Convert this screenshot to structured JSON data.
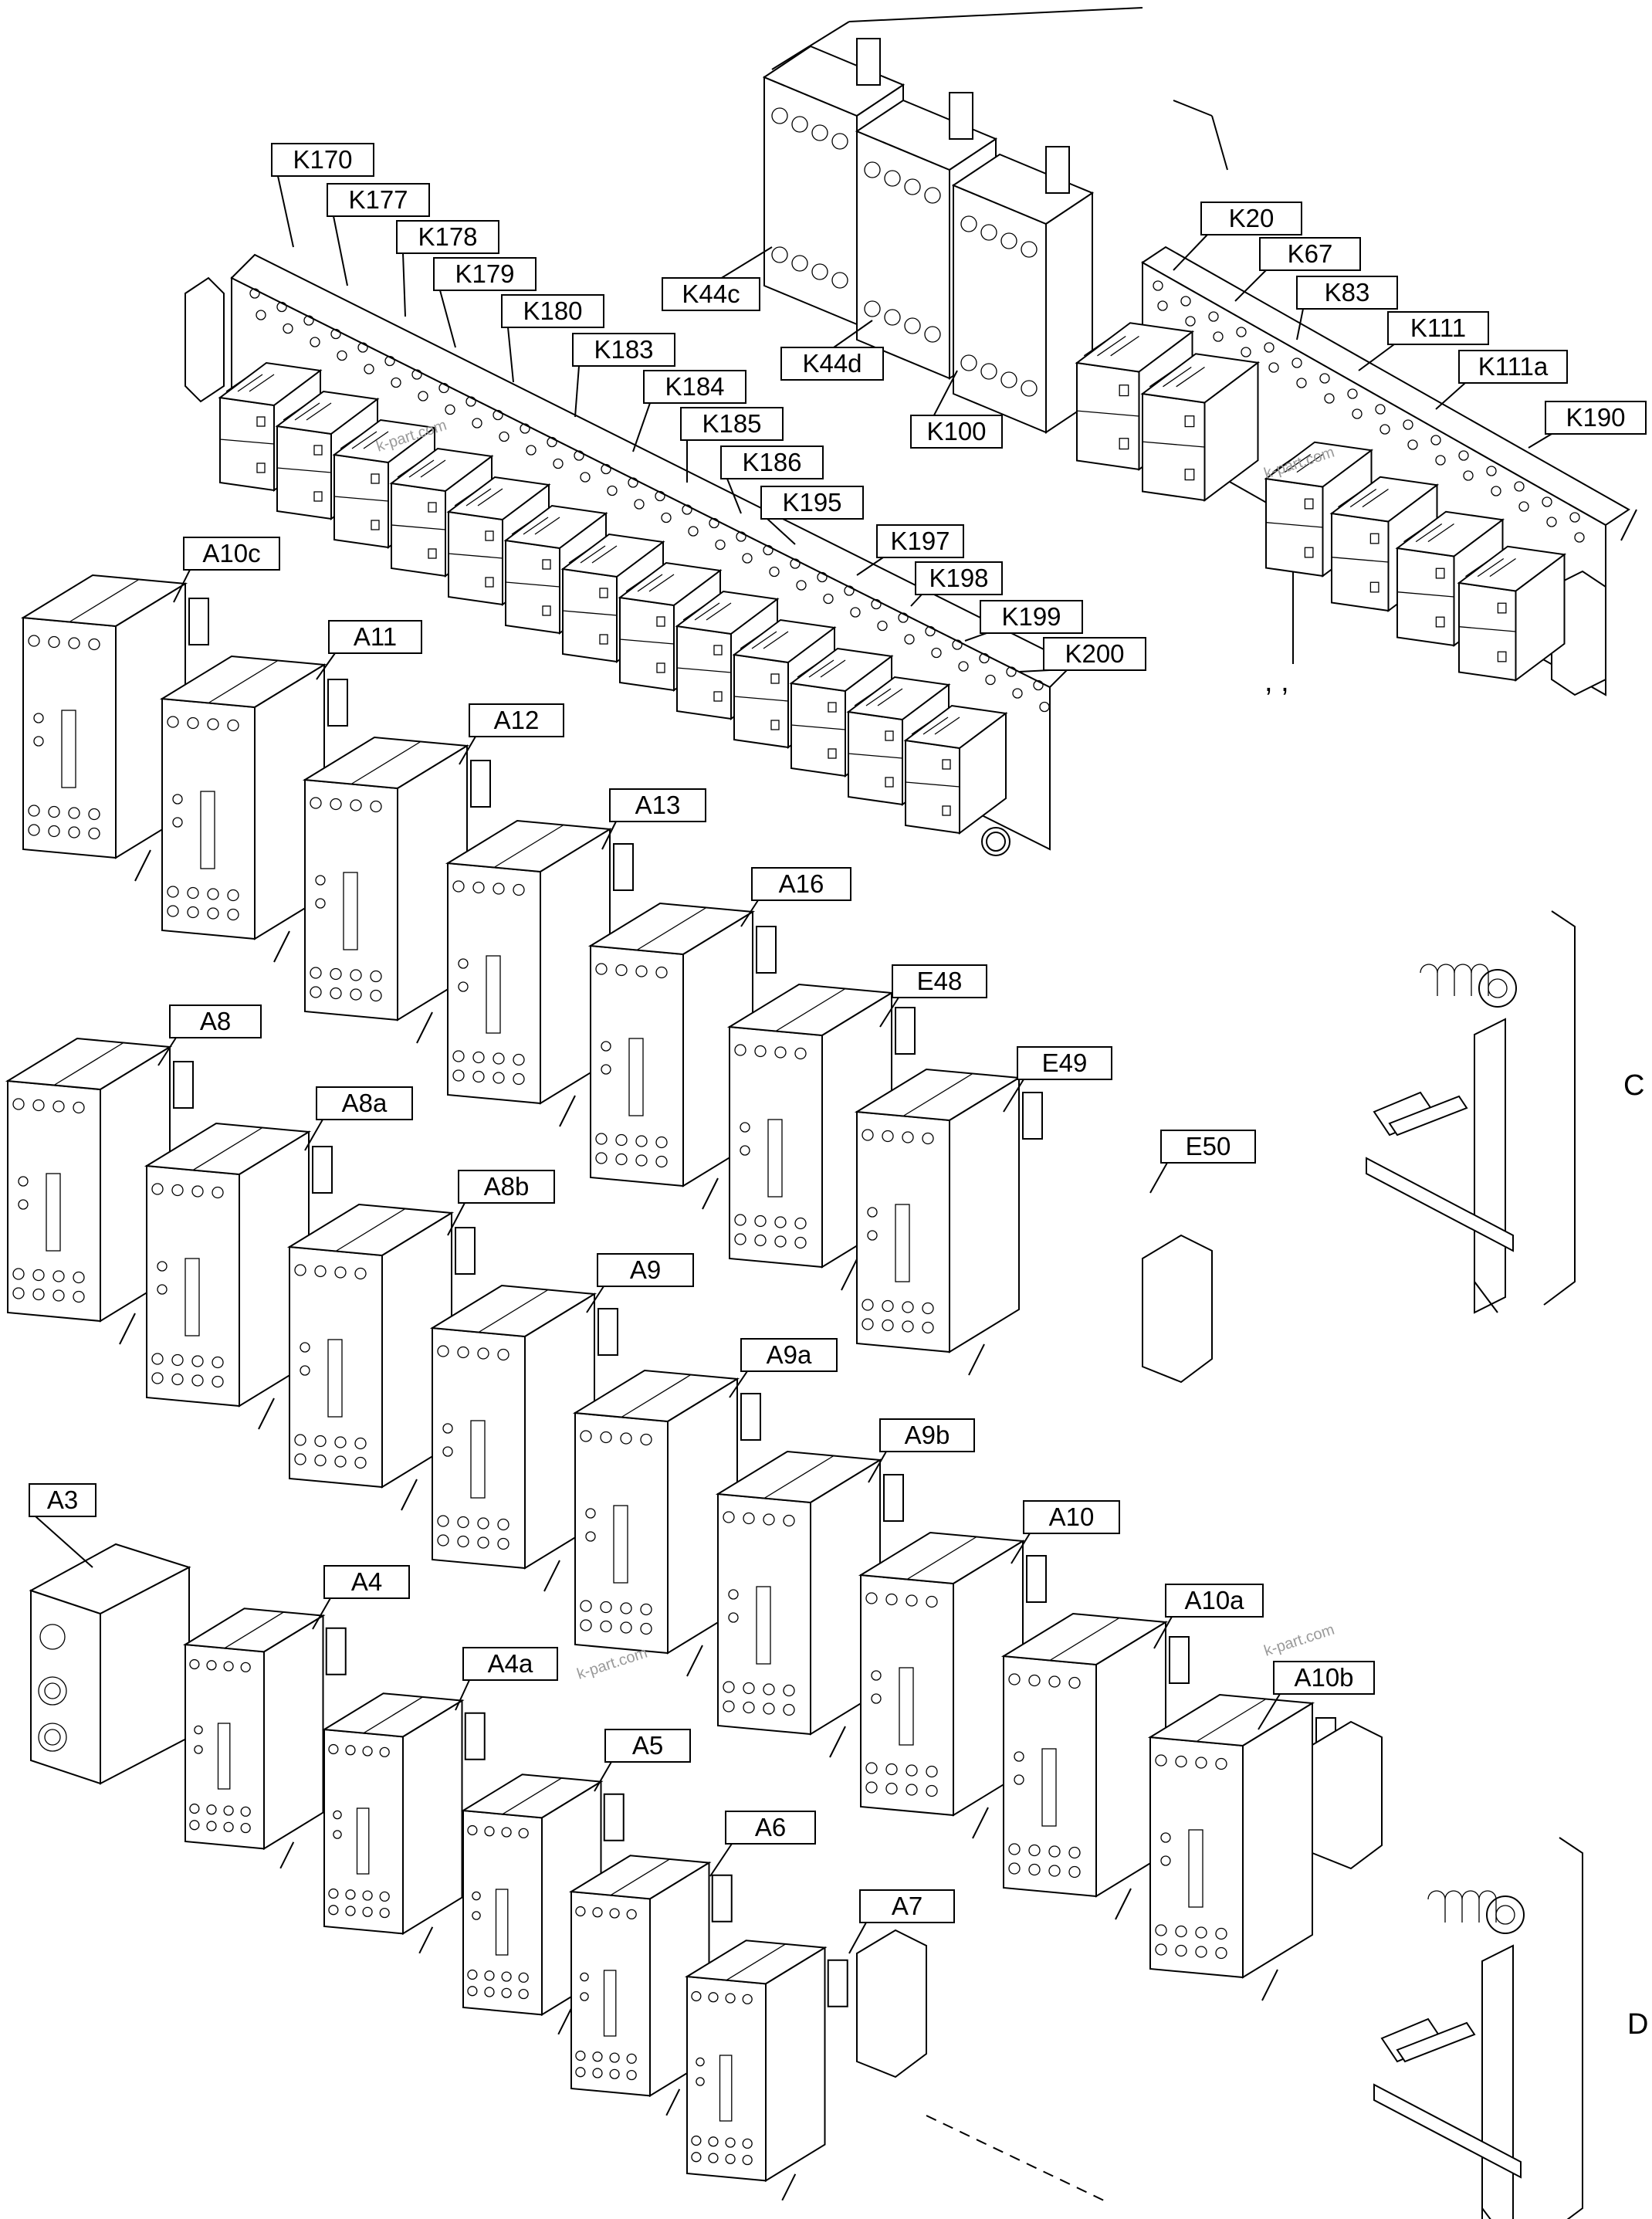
{
  "labels": [
    {
      "id": "K170",
      "text": "K170"
    },
    {
      "id": "K177",
      "text": "K177"
    },
    {
      "id": "K178",
      "text": "K178"
    },
    {
      "id": "K179",
      "text": "K179"
    },
    {
      "id": "K180",
      "text": "K180"
    },
    {
      "id": "K183",
      "text": "K183"
    },
    {
      "id": "K184",
      "text": "K184"
    },
    {
      "id": "K185",
      "text": "K185"
    },
    {
      "id": "K186",
      "text": "K186"
    },
    {
      "id": "K195",
      "text": "K195"
    },
    {
      "id": "K197",
      "text": "K197"
    },
    {
      "id": "K198",
      "text": "K198"
    },
    {
      "id": "K199",
      "text": "K199"
    },
    {
      "id": "K200",
      "text": "K200"
    },
    {
      "id": "K44c",
      "text": "K44c"
    },
    {
      "id": "K44d",
      "text": "K44d"
    },
    {
      "id": "K100",
      "text": "K100"
    },
    {
      "id": "K20",
      "text": "K20"
    },
    {
      "id": "K67",
      "text": "K67"
    },
    {
      "id": "K83",
      "text": "K83"
    },
    {
      "id": "K111",
      "text": "K111"
    },
    {
      "id": "K111a",
      "text": "K111a"
    },
    {
      "id": "K190",
      "text": "K190"
    },
    {
      "id": "A10c",
      "text": "A10c"
    },
    {
      "id": "A11",
      "text": "A11"
    },
    {
      "id": "A12",
      "text": "A12"
    },
    {
      "id": "A13",
      "text": "A13"
    },
    {
      "id": "A16",
      "text": "A16"
    },
    {
      "id": "E48",
      "text": "E48"
    },
    {
      "id": "E49",
      "text": "E49"
    },
    {
      "id": "E50",
      "text": "E50"
    },
    {
      "id": "A8",
      "text": "A8"
    },
    {
      "id": "A8a",
      "text": "A8a"
    },
    {
      "id": "A8b",
      "text": "A8b"
    },
    {
      "id": "A9",
      "text": "A9"
    },
    {
      "id": "A9a",
      "text": "A9a"
    },
    {
      "id": "A9b",
      "text": "A9b"
    },
    {
      "id": "A10",
      "text": "A10"
    },
    {
      "id": "A10a",
      "text": "A10a"
    },
    {
      "id": "A10b",
      "text": "A10b"
    },
    {
      "id": "A3",
      "text": "A3"
    },
    {
      "id": "A4",
      "text": "A4"
    },
    {
      "id": "A4a",
      "text": "A4a"
    },
    {
      "id": "A5",
      "text": "A5"
    },
    {
      "id": "A6",
      "text": "A6"
    },
    {
      "id": "A7",
      "text": "A7"
    }
  ],
  "side_labels": [
    {
      "id": "C",
      "text": "C"
    },
    {
      "id": "D",
      "text": "D"
    }
  ],
  "watermarks": [
    "k-part.com",
    "k-part.com",
    "k-part.com",
    "k-part.com"
  ],
  "commas": ",  ,"
}
